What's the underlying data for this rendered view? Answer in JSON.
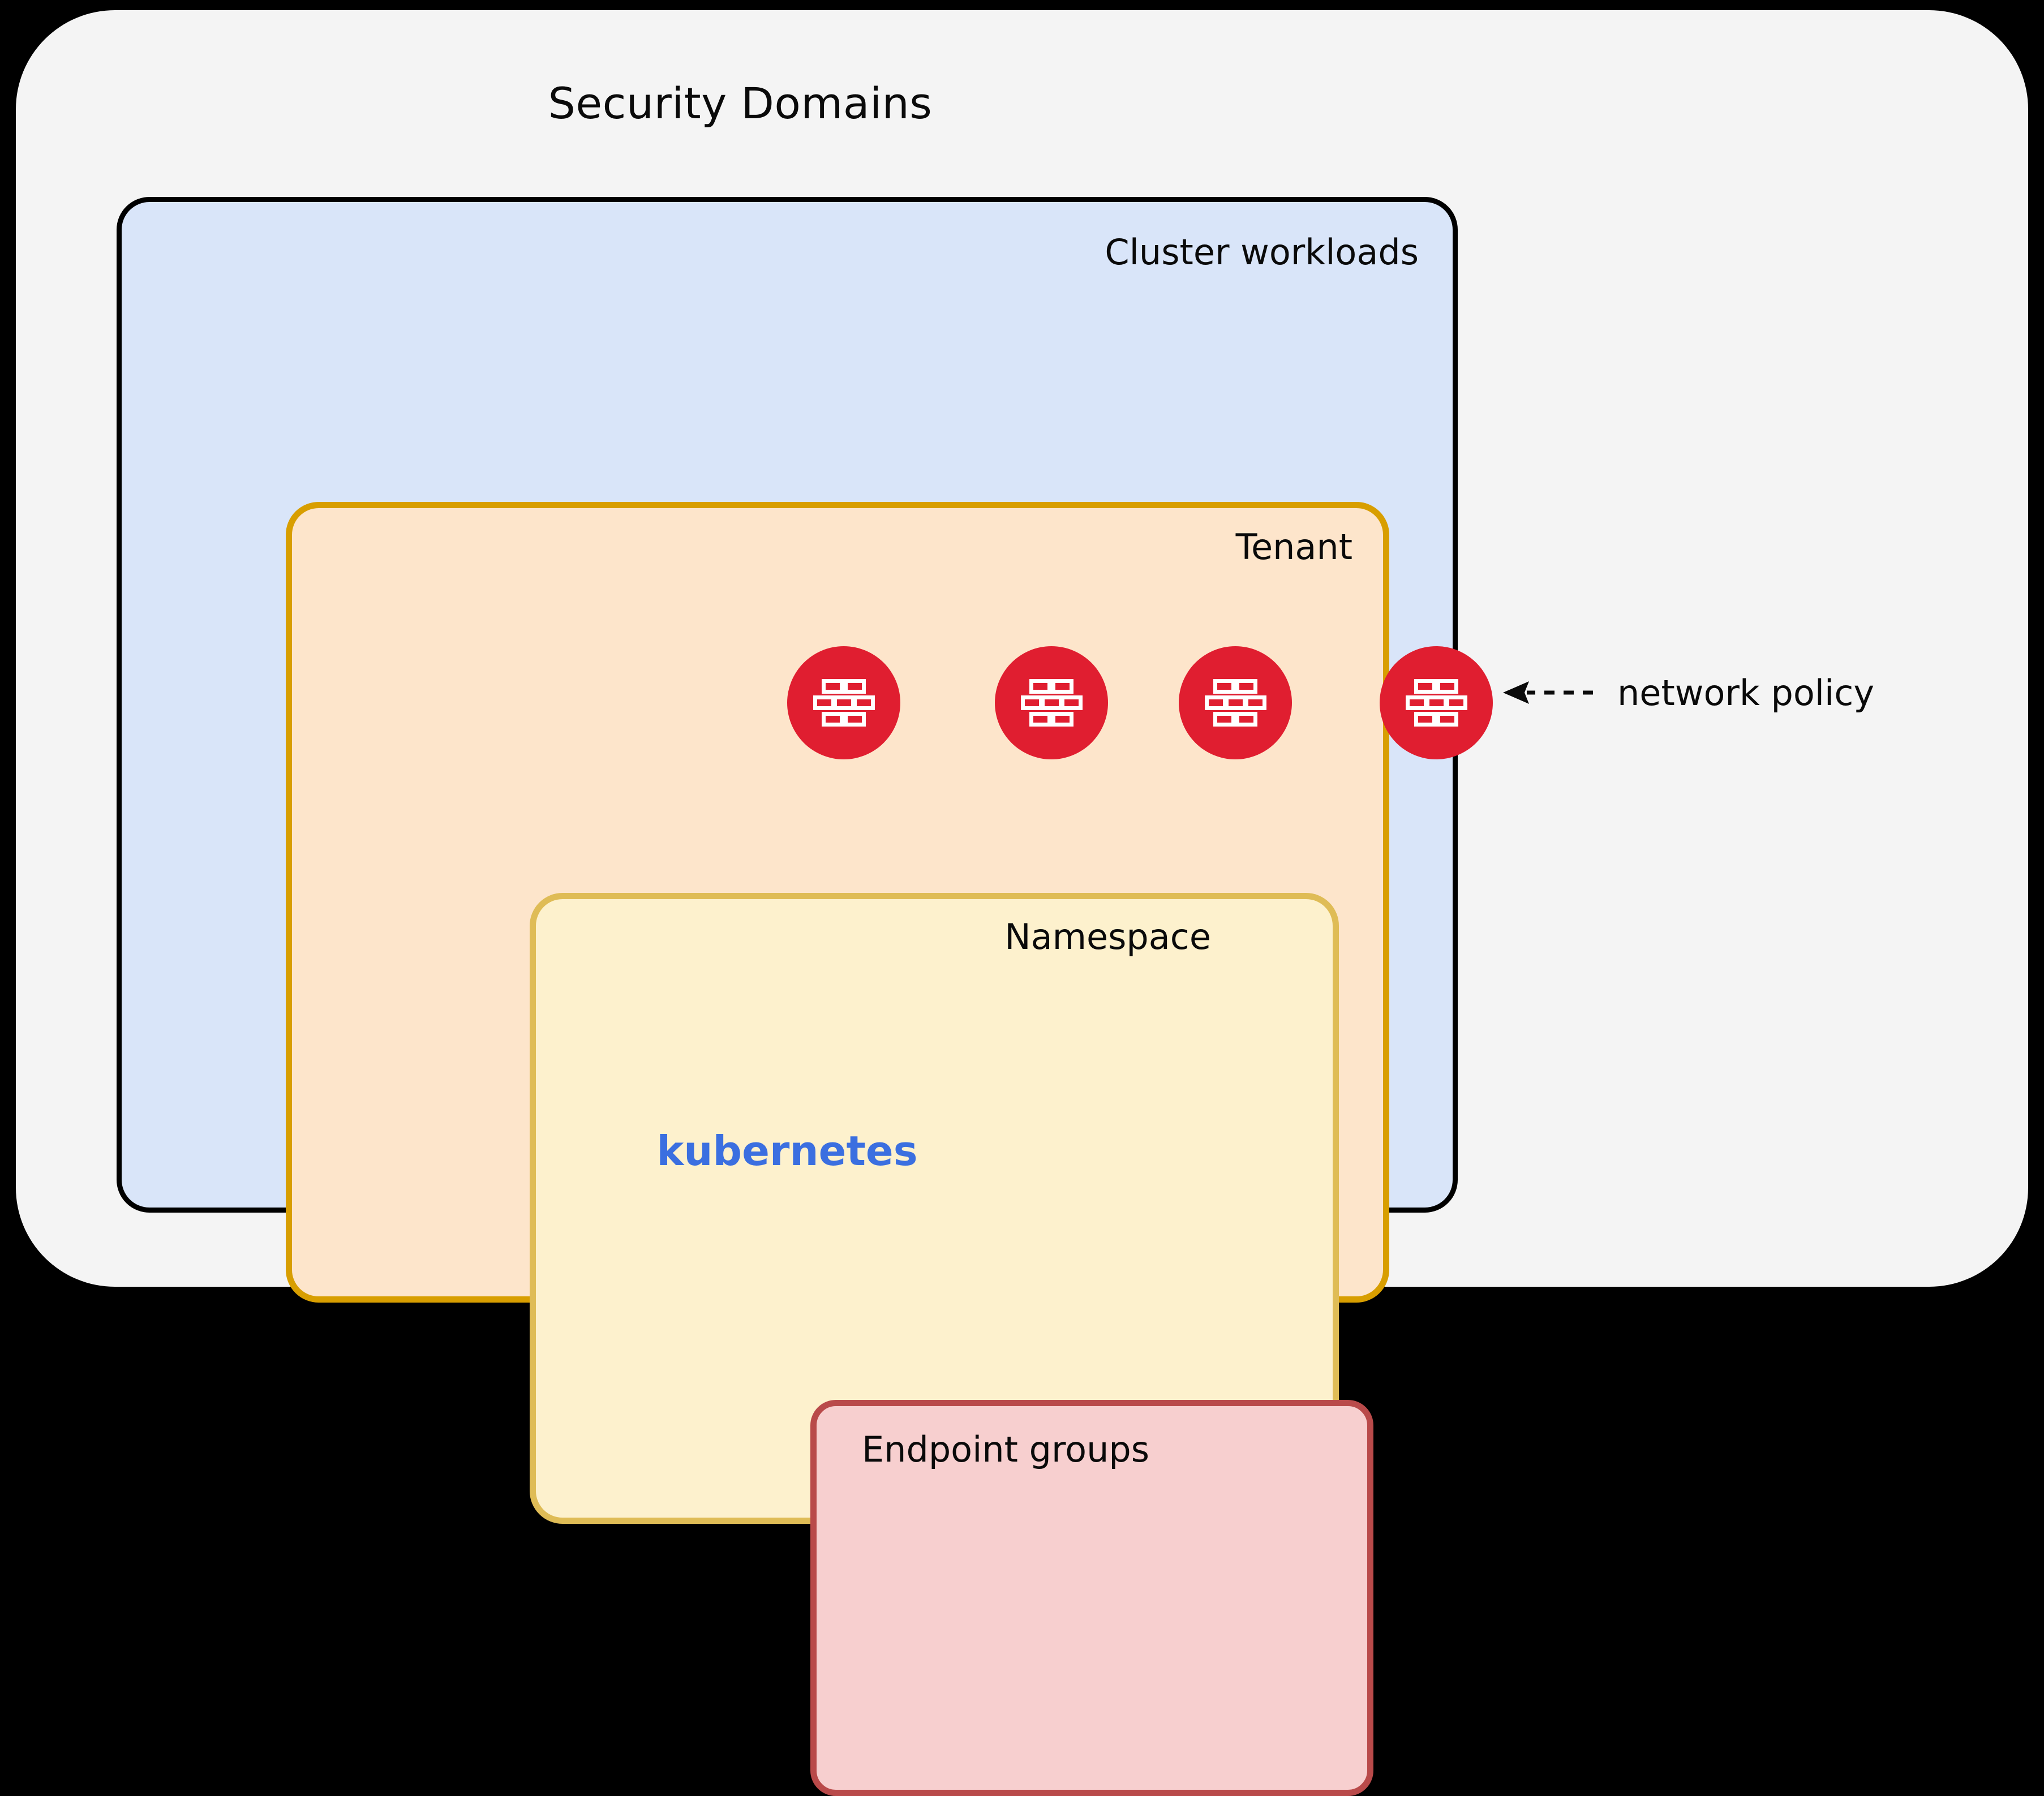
{
  "diagram": {
    "title": "Security Domains",
    "background_color": "#000000",
    "panel_color": "#F4F4F4",
    "layers": [
      {
        "id": "cluster",
        "label": "Cluster workloads",
        "footer_label": "kubernetes",
        "fill": "#D9E5F9",
        "stroke": "#000000"
      },
      {
        "id": "tenant",
        "label": "Tenant",
        "fill": "#FDE5CB",
        "stroke": "#D89E00"
      },
      {
        "id": "namespace",
        "label": "Namespace",
        "fill": "#FDF1CD",
        "stroke": "#DFBC56"
      },
      {
        "id": "endpoint-groups",
        "label": "Endpoint groups",
        "fill": "#F7CFCF",
        "stroke": "#B94A4A"
      }
    ],
    "firewall_markers": [
      {
        "id": "fw-endpoint-boundary",
        "icon": "firewall-brick-icon",
        "color": "#E01E30"
      },
      {
        "id": "fw-namespace-boundary",
        "icon": "firewall-brick-icon",
        "color": "#E01E30"
      },
      {
        "id": "fw-tenant-boundary",
        "icon": "firewall-brick-icon",
        "color": "#E01E30"
      },
      {
        "id": "fw-cluster-boundary",
        "icon": "firewall-brick-icon",
        "color": "#E01E30"
      }
    ],
    "annotation": {
      "label": "network policy",
      "arrow": "dashed-left-arrow",
      "color": "#0A0A0A"
    }
  }
}
